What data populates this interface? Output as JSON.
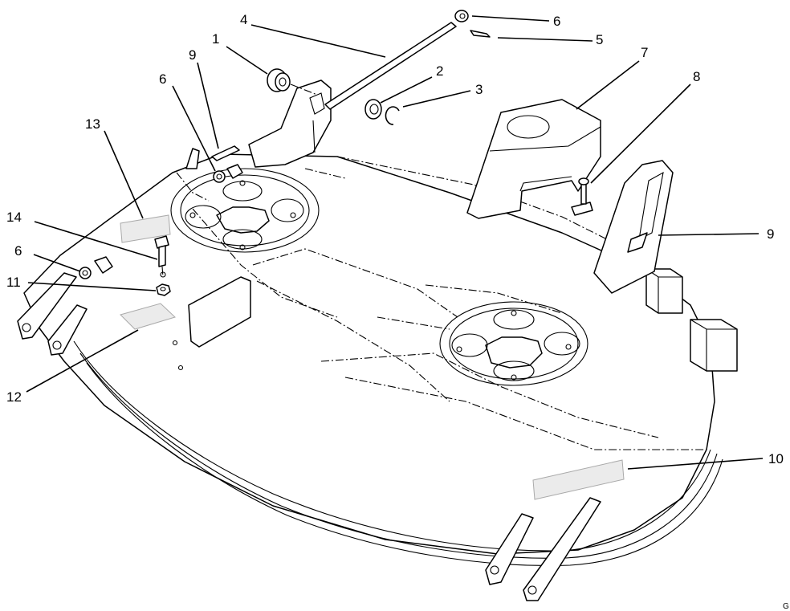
{
  "callouts": {
    "c1": "1",
    "c2": "2",
    "c3": "3",
    "c4": "4",
    "c5": "5",
    "c6a": "6",
    "c6b": "6",
    "c6c": "6",
    "c7": "7",
    "c8": "8",
    "c9a": "9",
    "c9b": "9",
    "c10": "10",
    "c11": "11",
    "c12": "12",
    "c13": "13",
    "c14": "14"
  },
  "corner_mark": "G"
}
